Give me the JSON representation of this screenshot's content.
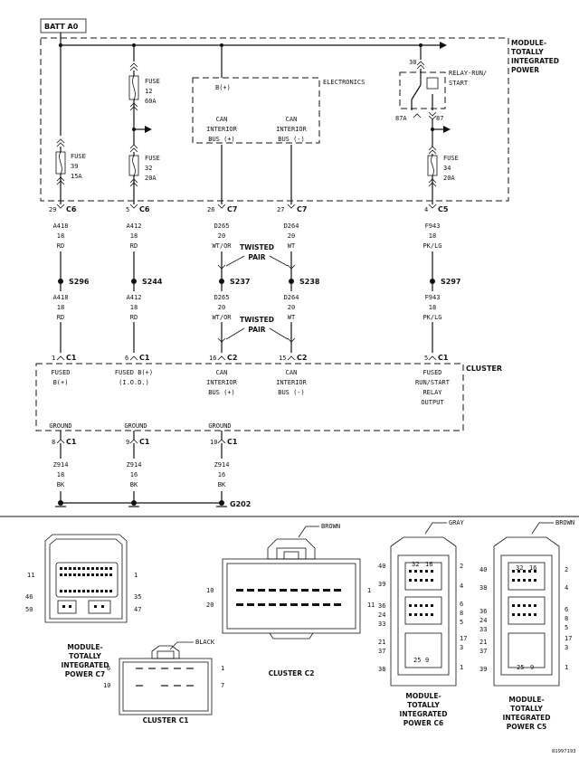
{
  "source": {
    "label": "BATT A0"
  },
  "modules": {
    "tipm": {
      "name": [
        "MODULE-",
        "TOTALLY",
        "INTEGRATED",
        "POWER"
      ]
    },
    "cluster": {
      "name": "CLUSTER"
    },
    "electronics": {
      "label": "ELECTRONICS",
      "pin": "B(+)"
    }
  },
  "relay": {
    "label": [
      "RELAY-RUN/",
      "START"
    ],
    "pin30": "30",
    "pin87a": "87A",
    "pin87": "87"
  },
  "fuses": [
    {
      "label": [
        "FUSE",
        "39",
        "15A"
      ]
    },
    {
      "label": [
        "FUSE",
        "12",
        "60A"
      ]
    },
    {
      "label": [
        "FUSE",
        "32",
        "20A"
      ]
    },
    {
      "label": [
        "FUSE",
        "34",
        "20A"
      ]
    }
  ],
  "electronics_pins": [
    {
      "label": [
        "CAN",
        "INTERIOR",
        "BUS (+)"
      ]
    },
    {
      "label": [
        "CAN",
        "INTERIOR",
        "BUS (-)"
      ]
    }
  ],
  "upper_connectors": [
    {
      "pin": "29",
      "conn": "C6"
    },
    {
      "pin": "5",
      "conn": "C6"
    },
    {
      "pin": "26",
      "conn": "C7"
    },
    {
      "pin": "27",
      "conn": "C7"
    },
    {
      "pin": "4",
      "conn": "C5"
    }
  ],
  "wires_upper": [
    {
      "circuit": "A418",
      "gauge": "18",
      "color": "RD"
    },
    {
      "circuit": "A412",
      "gauge": "18",
      "color": "RD"
    },
    {
      "circuit": "D265",
      "gauge": "20",
      "color": "WT/OR"
    },
    {
      "circuit": "D264",
      "gauge": "20",
      "color": "WT"
    },
    {
      "circuit": "F943",
      "gauge": "18",
      "color": "PK/LG"
    }
  ],
  "splices": [
    "S296",
    "S244",
    "S237",
    "S238",
    "S297"
  ],
  "wires_lower": [
    {
      "circuit": "A418",
      "gauge": "18",
      "color": "RD"
    },
    {
      "circuit": "A412",
      "gauge": "18",
      "color": "RD"
    },
    {
      "circuit": "D265",
      "gauge": "20",
      "color": "WT/OR"
    },
    {
      "circuit": "D264",
      "gauge": "20",
      "color": "WT"
    },
    {
      "circuit": "F943",
      "gauge": "18",
      "color": "PK/LG"
    }
  ],
  "twisted_pair": [
    "TWISTED",
    "PAIR"
  ],
  "cluster_connectors": [
    {
      "pin": "1",
      "conn": "C1"
    },
    {
      "pin": "6",
      "conn": "C1"
    },
    {
      "pin": "16",
      "conn": "C2"
    },
    {
      "pin": "15",
      "conn": "C2"
    },
    {
      "pin": "5",
      "conn": "C1"
    }
  ],
  "cluster_pins": [
    {
      "label": [
        "FUSED",
        "B(+)"
      ]
    },
    {
      "label": [
        "FUSED B(+)",
        "(I.O.D.)"
      ]
    },
    {
      "label": [
        "CAN",
        "INTERIOR",
        "BUS (+)"
      ]
    },
    {
      "label": [
        "CAN",
        "INTERIOR",
        "BUS (-)"
      ]
    },
    {
      "label": [
        "FUSED",
        "RUN/START",
        "RELAY",
        "OUTPUT"
      ]
    }
  ],
  "grounds": {
    "label": "GROUND",
    "connectors": [
      {
        "pin": "8",
        "conn": "C1"
      },
      {
        "pin": "9",
        "conn": "C1"
      },
      {
        "pin": "10",
        "conn": "C1"
      }
    ],
    "wires": [
      {
        "circuit": "Z914",
        "gauge": "18",
        "color": "BK"
      },
      {
        "circuit": "Z914",
        "gauge": "16",
        "color": "BK"
      },
      {
        "circuit": "Z914",
        "gauge": "16",
        "color": "BK"
      }
    ],
    "ground_point": "G202"
  },
  "connector_views": {
    "c7": {
      "title": [
        "MODULE-",
        "TOTALLY",
        "INTEGRATED",
        "POWER C7"
      ],
      "pins": [
        "11",
        "1",
        "46",
        "35",
        "50",
        "47"
      ]
    },
    "c2": {
      "title": "CLUSTER C2",
      "color": "BROWN",
      "pins": [
        "10",
        "1",
        "20",
        "11"
      ]
    },
    "c1": {
      "title": "CLUSTER C1",
      "color": "BLACK",
      "pins": [
        "6",
        "1",
        "10",
        "7"
      ]
    },
    "c6": {
      "title": [
        "MODULE-",
        "TOTALLY",
        "INTEGRATED",
        "POWER C6"
      ],
      "color": "GRAY",
      "pins": [
        "40",
        "32",
        "16",
        "2",
        "39",
        "4",
        "36",
        "6",
        "24",
        "8",
        "33",
        "5",
        "17",
        "21",
        "3",
        "37",
        "1",
        "25",
        "9",
        "38"
      ]
    },
    "c5": {
      "title": [
        "MODULE-",
        "TOTALLY",
        "INTEGRATED",
        "POWER C5"
      ],
      "color": "BROWN",
      "pins": [
        "40",
        "32",
        "16",
        "2",
        "38",
        "4",
        "36",
        "6",
        "24",
        "8",
        "33",
        "5",
        "17",
        "21",
        "3",
        "37",
        "1",
        "25",
        "9",
        "39"
      ]
    }
  },
  "figure_id": "81997193"
}
